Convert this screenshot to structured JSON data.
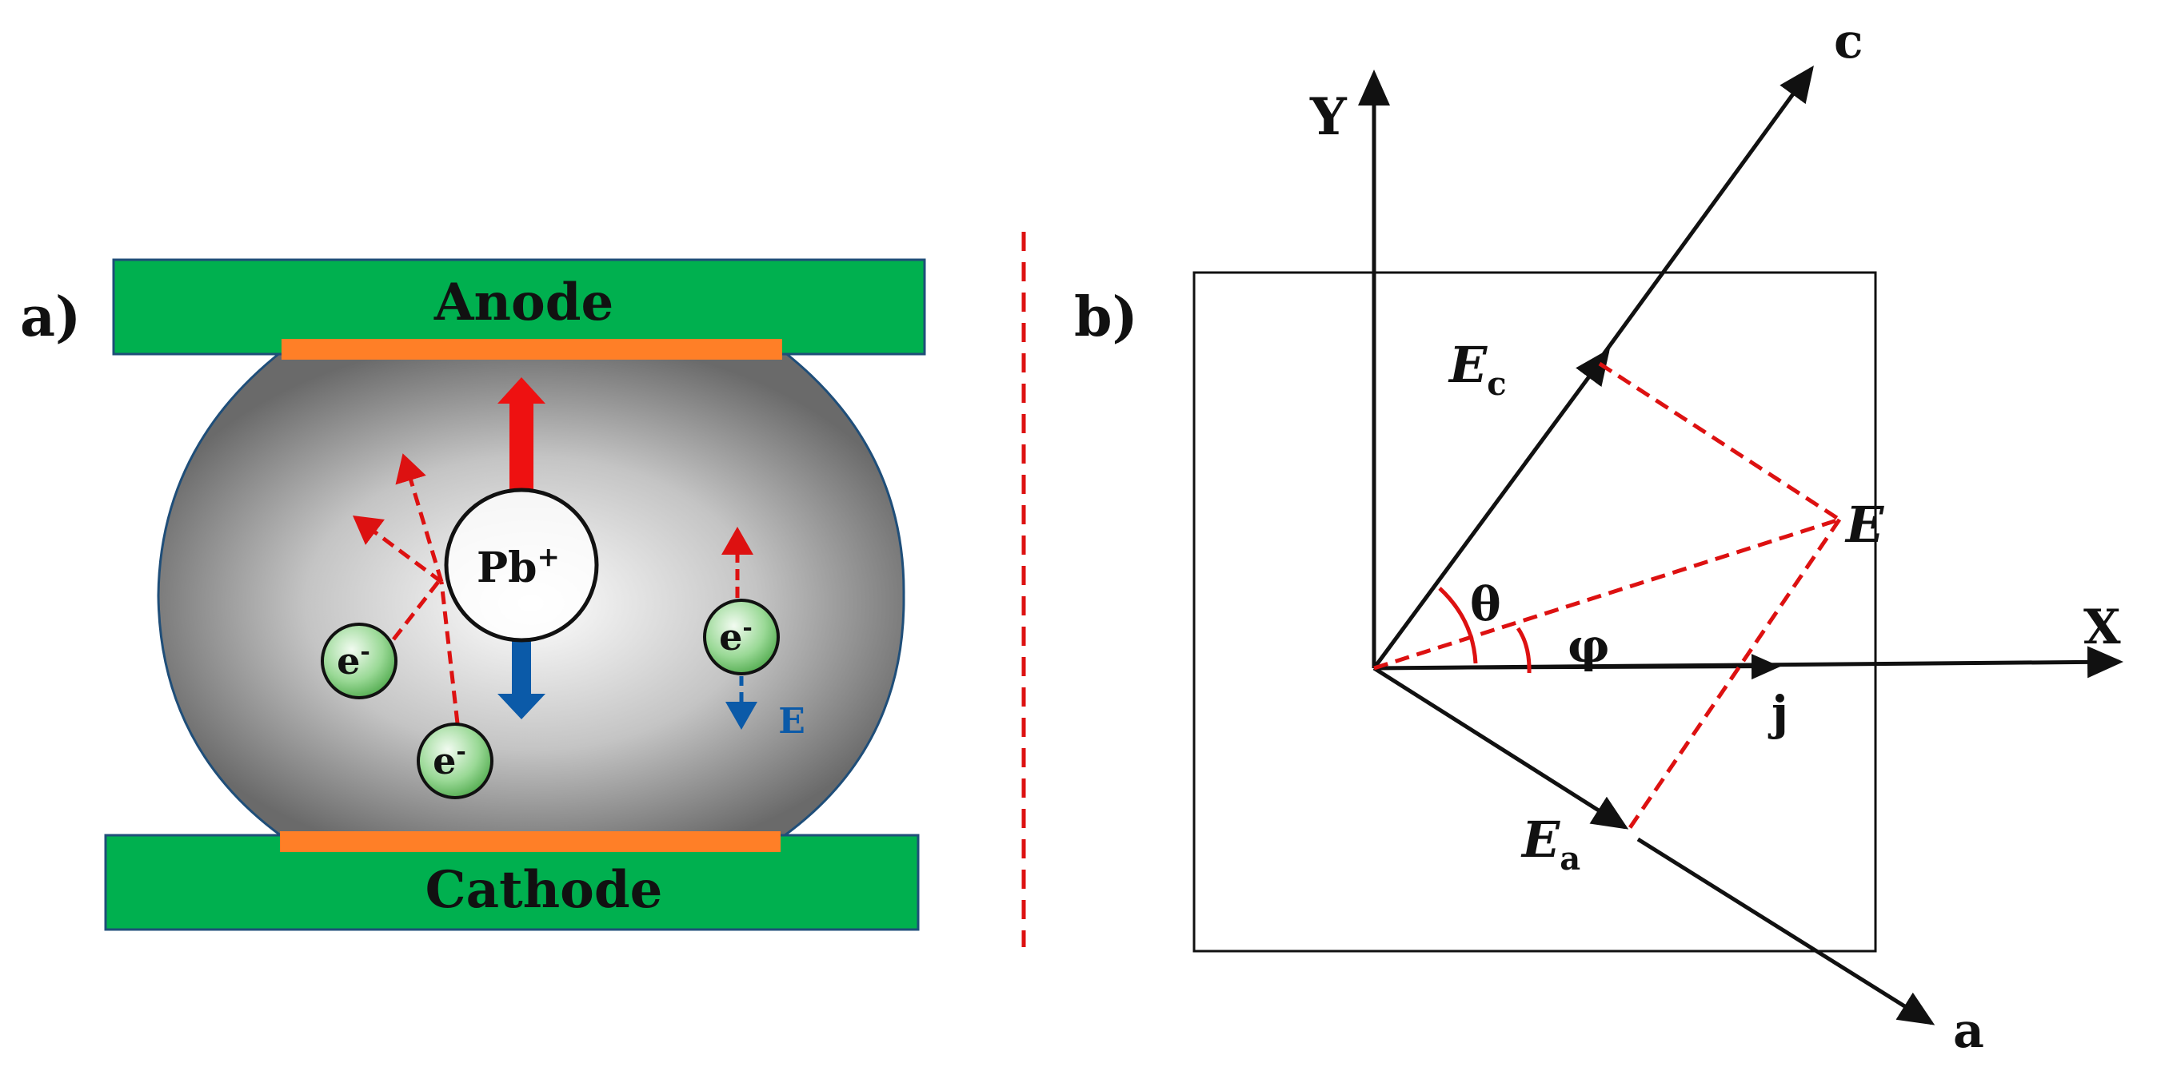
{
  "panel_a": {
    "label": "a)",
    "anode_label": "Anode",
    "cathode_label": "Cathode",
    "ion_label": "Pb",
    "ion_charge": "+",
    "electron_label": "e",
    "electron_charge": "-",
    "field_label": "E"
  },
  "panel_b": {
    "label": "b)",
    "axis_y": "Y",
    "axis_x": "X",
    "axis_c": "c",
    "axis_a": "a",
    "vector_e": "E",
    "comp_c_main": "E",
    "comp_c_sub": "c",
    "comp_a_main": "E",
    "comp_a_sub": "a",
    "angle_theta": "θ",
    "angle_phi": "φ",
    "current_j": "j"
  },
  "colors": {
    "electrode_green": "#00b04f",
    "contact_orange": "#ff7f27",
    "ion_arrow_red": "#ee1111",
    "ion_arrow_blue": "#0b5aa8",
    "dashed_red": "#dd1111",
    "electron_green": "#7ccf7a"
  }
}
